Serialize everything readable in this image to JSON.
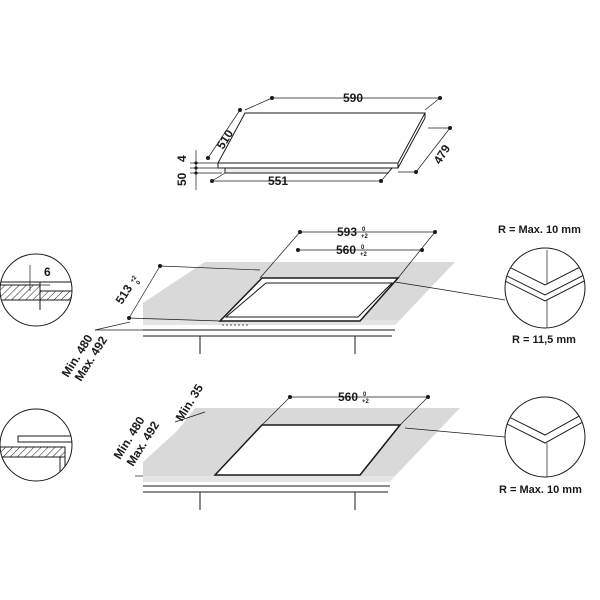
{
  "hob": {
    "width": "590",
    "depth": "510",
    "thickness": "4",
    "height_below": "50",
    "base_width": "551",
    "base_depth": "479"
  },
  "cutout_top": {
    "outer_width": "593",
    "outer_width_tol_top": "0",
    "outer_width_tol_bottom": "+2",
    "inner_width": "560",
    "inner_width_tol_top": "0",
    "inner_width_tol_bottom": "+2",
    "depth": "513",
    "depth_tol_top": "+2",
    "depth_tol_bottom": "0",
    "worktop_min": "Min. 480",
    "worktop_max": "Max. 492",
    "recess_depth": "6",
    "radius_outer": "R = Max. 10 mm",
    "radius_inner": "R = 11,5 mm"
  },
  "cutout_bottom": {
    "width": "560",
    "width_tol_top": "0",
    "width_tol_bottom": "+2",
    "worktop_min": "Min. 480",
    "worktop_max": "Max. 492",
    "min_front": "Min. 35",
    "radius": "R = Max. 10 mm"
  }
}
